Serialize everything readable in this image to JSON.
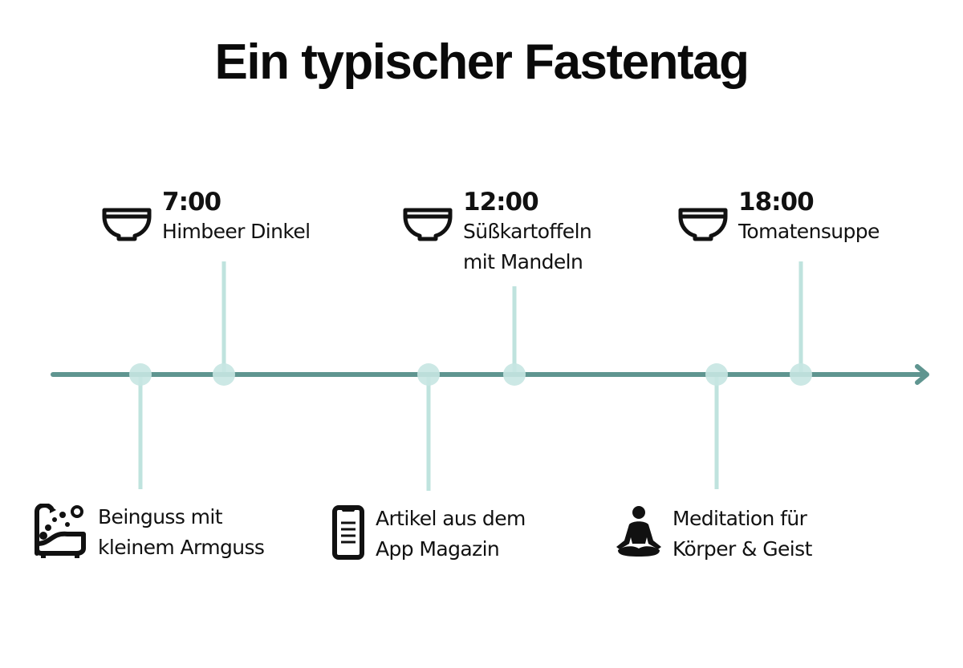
{
  "title": "Ein typischer Fastentag",
  "colors": {
    "axis": "#5f9590",
    "node": "#c6e6e2",
    "stem": "#bfe3de",
    "text": "#111111"
  },
  "meals": [
    {
      "time": "7:00",
      "lines": [
        "Himbeer Dinkel"
      ],
      "icon": "bowl-icon"
    },
    {
      "time": "12:00",
      "lines": [
        "Süßkartoffeln",
        "mit Mandeln"
      ],
      "icon": "bowl-icon"
    },
    {
      "time": "18:00",
      "lines": [
        "Tomatensuppe"
      ],
      "icon": "bowl-icon"
    }
  ],
  "activities": [
    {
      "lines": [
        "Beinguss mit",
        "kleinem Armguss"
      ],
      "icon": "bathtub-icon"
    },
    {
      "lines": [
        "Artikel aus dem",
        "App Magazin"
      ],
      "icon": "smartphone-article-icon"
    },
    {
      "lines": [
        "Meditation für",
        "Körper & Geist"
      ],
      "icon": "meditation-icon"
    }
  ]
}
